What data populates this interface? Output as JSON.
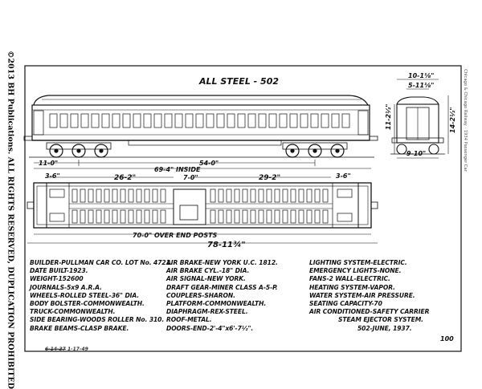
{
  "copyright": "©2013 BH Publications. ALL RIGHTS RESERVED, DUPLICATION PROHIBITED",
  "source_note": "Chicago & Chicago Railway · 1934 Passenger Car",
  "title": "ALL STEEL - 502",
  "dimensions": {
    "truck_offset": "11-0\"",
    "truck_centers": "54-0\"",
    "width_top": "10-1⅛\"",
    "width_roof": "5-11⅛\"",
    "height_rail": "11-2½\"",
    "height_total": "14-2½\"",
    "width_base": "9-10\"",
    "end_left": "3-6\"",
    "end_right": "3-6\"",
    "section_left": "26-2\"",
    "inside": "69-4\" INSIDE",
    "section_mid": "7-0\"",
    "section_right": "29-2\"",
    "over_end_posts": "70-0\" OVER END POSTS",
    "overall": "78-11¾\""
  },
  "specs": {
    "col1": [
      "BUILDER-PULLMAN CAR CO. LOT No. 4721.",
      "DATE BUILT-1923.",
      "WEIGHT-152600",
      "JOURNALS-5x9 A.R.A.",
      "WHEELS-ROLLED STEEL-36\" DIA.",
      "BODY BOLSTER-COMMONWEALTH.",
      "TRUCK-COMMONWEALTH.",
      "SIDE BEARING-WOODS ROLLER No. 310.",
      "BRAKE BEAMS-CLASP BRAKE."
    ],
    "col2": [
      "AIR BRAKE-NEW YORK U.C. 1812.",
      "AIR BRAKE CYL.-18\" DIA.",
      "AIR SIGNAL-NEW YORK.",
      "DRAFT GEAR-MINER CLASS A-5-P.",
      "COUPLERS-SHARON.",
      "PLATFORM-COMMONWEALTH.",
      "DIAPHRAGM-REX-STEEL.",
      "ROOF-METAL.",
      "DOORS-END-2'-4\"x6'-7½\"."
    ],
    "col3": [
      "LIGHTING SYSTEM-ELECTRIC.",
      "EMERGENCY LIGHTS-NONE.",
      "FANS-2 WALL-ELECTRIC.",
      "HEATING SYSTEM-VAPOR.",
      "WATER SYSTEM-AIR PRESSURE.",
      "SEATING CAPACITY-70",
      "AIR CONDITIONED-SAFETY CARRIER",
      "STEAM EJECTOR SYSTEM.",
      "502-JUNE, 1937."
    ]
  },
  "page_number": "100",
  "footer_date": "1-17-49",
  "footer_strike": "6-14-37"
}
